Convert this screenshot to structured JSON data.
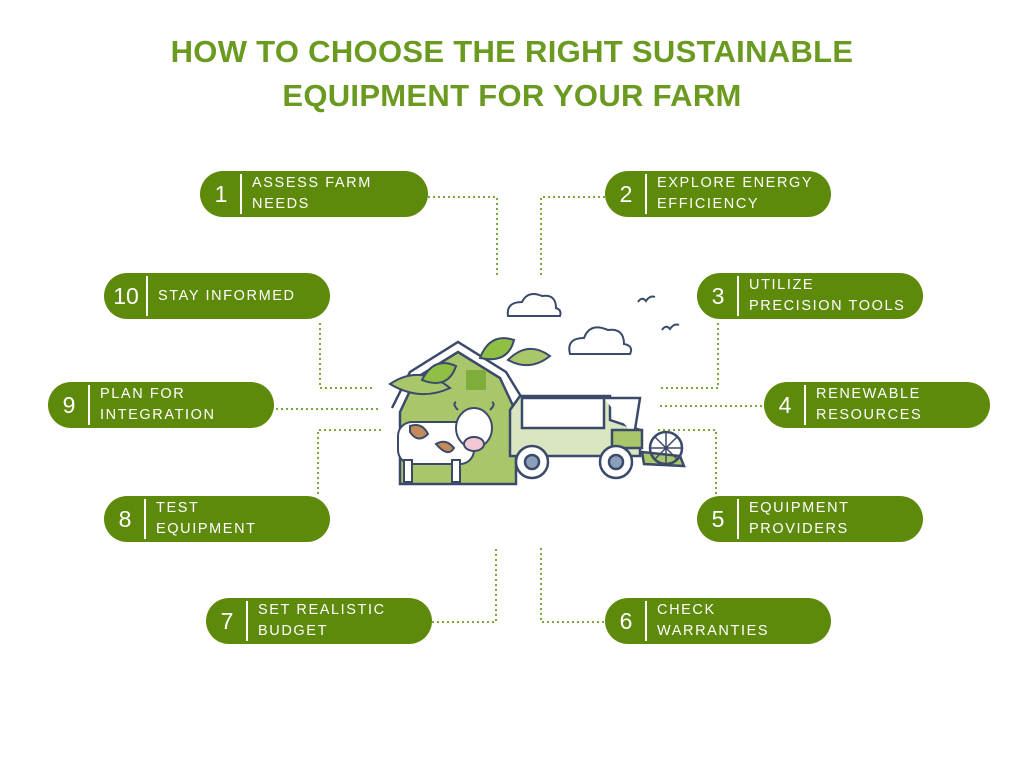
{
  "title": {
    "line1": "HOW TO CHOOSE THE RIGHT SUSTAINABLE",
    "line2": "EQUIPMENT FOR YOUR FARM"
  },
  "steps": [
    {
      "num": "1",
      "line1": "ASSESS FARM",
      "line2": "NEEDS"
    },
    {
      "num": "2",
      "line1": "EXPLORE ENERGY",
      "line2": "EFFICIENCY"
    },
    {
      "num": "3",
      "line1": "UTILIZE",
      "line2": "PRECISION TOOLS"
    },
    {
      "num": "4",
      "line1": "RENEWABLE",
      "line2": "RESOURCES"
    },
    {
      "num": "5",
      "line1": "EQUIPMENT",
      "line2": "PROVIDERS"
    },
    {
      "num": "6",
      "line1": "CHECK",
      "line2": "WARRANTIES"
    },
    {
      "num": "7",
      "line1": "SET REALISTIC",
      "line2": "BUDGET"
    },
    {
      "num": "8",
      "line1": "TEST",
      "line2": "EQUIPMENT"
    },
    {
      "num": "9",
      "line1": "PLAN FOR",
      "line2": "INTEGRATION"
    },
    {
      "num": "10",
      "line1": "STAY INFORMED",
      "line2": ""
    }
  ],
  "colors": {
    "accent": "#5e8a0c",
    "title": "#6a9a1f",
    "connector": "#7aa83a"
  },
  "illustration": {
    "icons": [
      "cloud-icon",
      "bird-icon",
      "barn-icon",
      "leaf-icon",
      "cow-icon",
      "combine-harvester-icon"
    ]
  }
}
